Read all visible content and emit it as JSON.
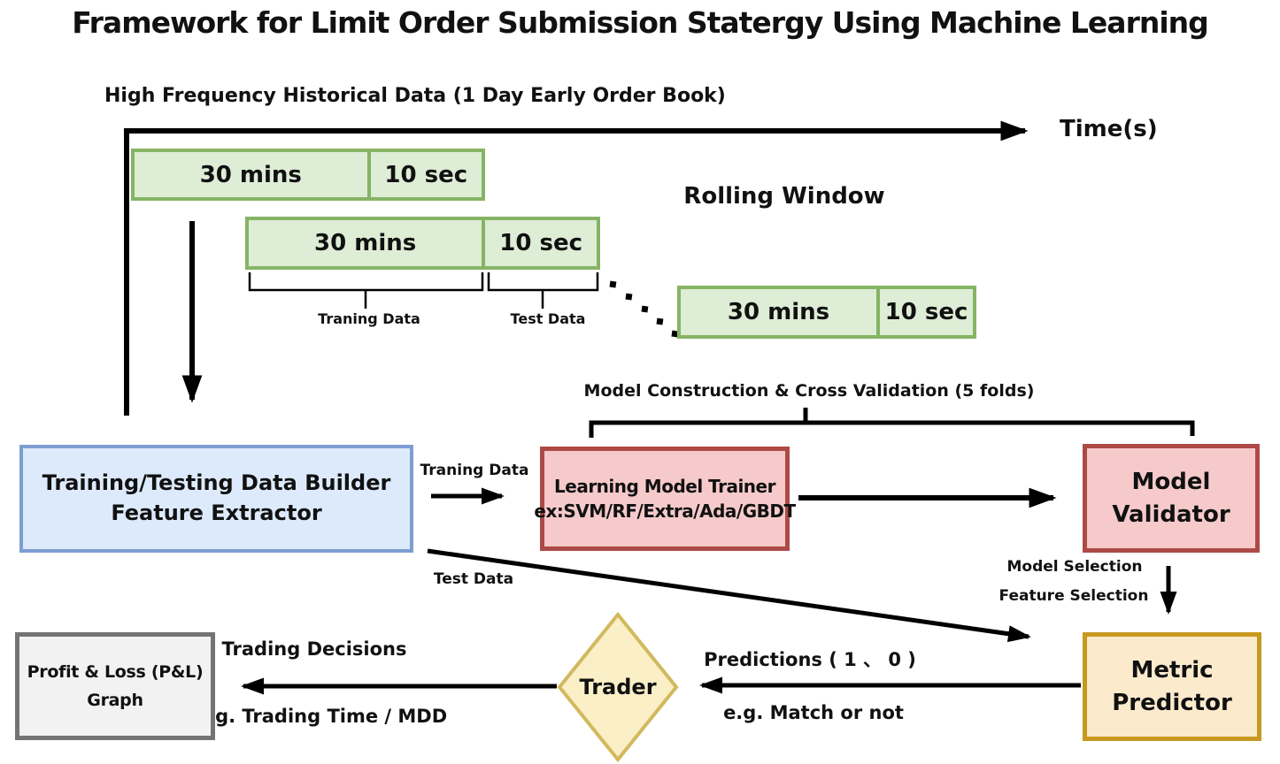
{
  "title": "Framework for Limit Order Submission Statergy Using Machine Learning",
  "timeline": {
    "header": "High Frequency Historical Data (1 Day Early Order Book)",
    "axis_label": "Time(s)"
  },
  "rolling_window": {
    "label": "Rolling Window",
    "windows": [
      {
        "train": "30 mins",
        "test": "10 sec"
      },
      {
        "train": "30 mins",
        "test": "10 sec"
      },
      {
        "train": "30 mins",
        "test": "10 sec"
      }
    ],
    "training_bracket_label": "Traning Data",
    "test_bracket_label": "Test Data"
  },
  "model_construction_label": "Model Construction & Cross Validation (5 folds)",
  "nodes": {
    "data_builder": {
      "line1": "Training/Testing Data Builder",
      "line2": "Feature Extractor"
    },
    "trainer": {
      "line1": "Learning Model Trainer",
      "line2": "ex:SVM/RF/Extra/Ada/GBDT"
    },
    "validator": {
      "line1": "Model",
      "line2": "Validator"
    },
    "metric_predictor": {
      "line1": "Metric",
      "line2": "Predictor"
    },
    "trader": {
      "label": "Trader"
    },
    "pnl": {
      "line1": "Profit & Loss (P&L)",
      "line2": "Graph"
    }
  },
  "edge_labels": {
    "training_data": "Traning Data",
    "test_data": "Test Data",
    "model_selection": "Model Selection",
    "feature_selection": "Feature Selection",
    "predictions": "Predictions ( 1 、 0 )",
    "match_or_not": "e.g. Match or not",
    "trading_decisions": "Trading Decisions",
    "trading_time_mdd": "e.g. Trading Time / MDD"
  },
  "colors": {
    "window_border": "#86b465",
    "window_fill": "#ddedd6",
    "builder_border": "#7e9ed2",
    "builder_fill": "#dceafb",
    "model_border": "#ad4a47",
    "model_fill": "#f6caca",
    "metric_border": "#c8991f",
    "metric_fill": "#fceacd",
    "trader_border": "#d2b95e",
    "trader_fill": "#faefc6",
    "pnl_border": "#747474",
    "pnl_fill": "#f2f2f2",
    "line": "#000000"
  }
}
